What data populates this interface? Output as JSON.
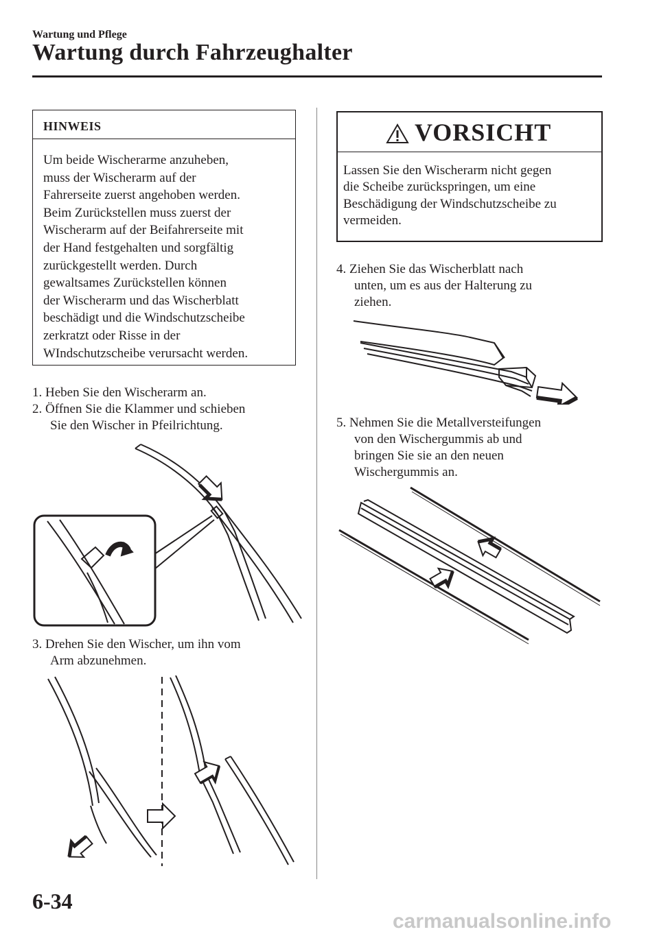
{
  "header": {
    "section": "Wartung und Pflege",
    "title": "Wartung durch Fahrzeughalter"
  },
  "note": {
    "title": "HINWEIS",
    "lines": [
      "Um beide Wischerarme anzuheben,",
      "muss der Wischerarm auf der",
      "Fahrerseite zuerst angehoben werden.",
      "Beim Zurückstellen muss zuerst der",
      "Wischerarm auf der Beifahrerseite mit",
      "der Hand festgehalten und sorgfältig",
      "zurückgestellt werden. Durch",
      "gewaltsames Zurückstellen können",
      "der Wischerarm und das Wischerblatt",
      "beschädigt und die Windschutzscheibe",
      "zerkratzt oder Risse in der",
      "WIndschutzscheibe verursacht werden."
    ]
  },
  "steps": {
    "step1": "1.  Heben Sie den Wischerarm an.",
    "step2_l1": "2.  Öffnen Sie die Klammer und schieben",
    "step2_l2": "Sie den Wischer in Pfeilrichtung.",
    "step3_l1": "3.  Drehen Sie den Wischer, um ihn vom",
    "step3_l2": "Arm abzunehmen.",
    "step4_l1": "4.  Ziehen Sie das Wischerblatt nach",
    "step4_l2": "unten, um es aus der Halterung zu",
    "step4_l3": "ziehen.",
    "step5_l1": "5.  Nehmen Sie die Metallversteifungen",
    "step5_l2": "von den Wischergummis ab und",
    "step5_l3": "bringen Sie sie an den neuen",
    "step5_l4": "Wischergummis an."
  },
  "caution": {
    "title": "VORSICHT",
    "lines": [
      "Lassen Sie den Wischerarm nicht gegen",
      "die Scheibe zurückspringen, um eine",
      "Beschädigung der Windschutzscheibe zu",
      "vermeiden."
    ]
  },
  "footer": {
    "page_number": "6-34",
    "watermark": "carmanualsonline.info"
  }
}
